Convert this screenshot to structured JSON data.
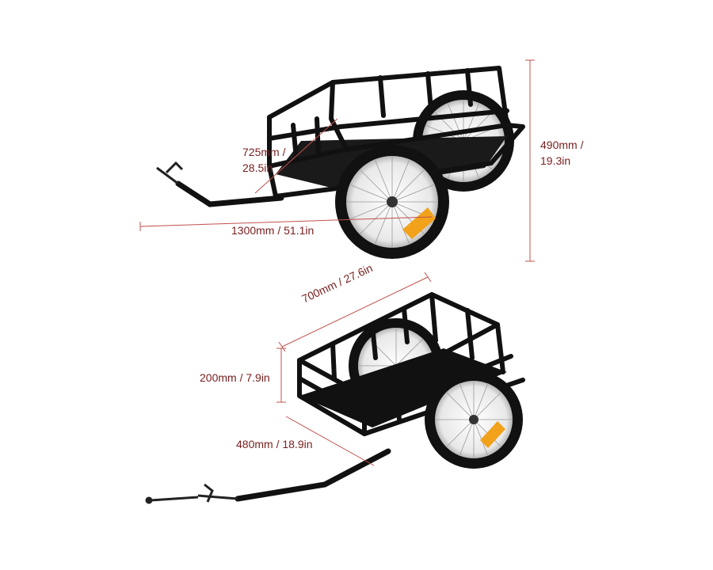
{
  "dimensions": {
    "top": {
      "depth": [
        "725mm /",
        "28.5in"
      ],
      "length": "1300mm / 51.1in",
      "height": [
        "490mm /",
        "19.3in"
      ]
    },
    "bottom": {
      "width": "700mm / 27.6in",
      "side_height": "200mm / 7.9in",
      "bed_depth": "480mm / 18.9in"
    }
  },
  "colors": {
    "frame": "#111111",
    "dimension_line": "#c0504d",
    "label_text": "#7a2020",
    "reflector": "#f2a21a",
    "background": "#ffffff"
  }
}
